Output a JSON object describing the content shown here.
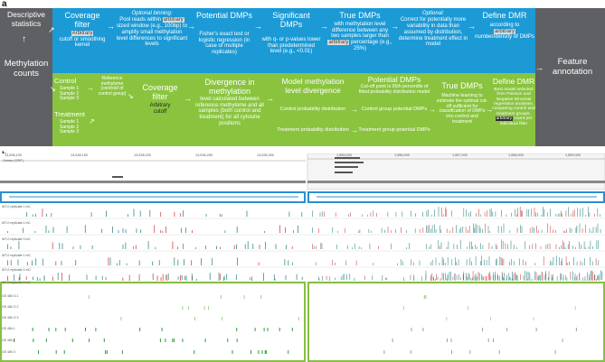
{
  "panel_a": {
    "letter": "a",
    "descriptive_statistics": "Descriptive statistics",
    "methylation_counts": "Methylation counts",
    "feature_annotation": "Feature annotation",
    "top_row": {
      "coverage_filter": {
        "title": "Coverage filter",
        "arbitrary": "Arbitrary",
        "detail": "cutoff or smoothing kernel"
      },
      "binning": {
        "title": "Optional binning:",
        "line1": "Pool reads within",
        "arbitrary": "arbitrary",
        "line2": "sized window (e.g., 100bp) to amplify small methylation level differences to significant levels"
      },
      "potential_dmps": {
        "title": "Potential DMPs",
        "detail": "Fisher's exact test or logistic regression (in case of multiple replicates)"
      },
      "significant_dmps": {
        "title": "Significant DMPs",
        "detail": "with q- or p-values lower than predetermined level (e.g., <0.01)"
      },
      "true_dmps": {
        "title": "True DMPs",
        "line1": "with methylation level difference between any two samples larger than",
        "arbitrary": "arbitrary",
        "line2": "percentage (e.g., 25%)"
      },
      "optional_correct": {
        "title": "Optional:",
        "detail": "Correct for potentially more variability in data than assumed by distribution, determine treatment effect in model"
      },
      "define_dmr": {
        "title": "Define DMR",
        "line1": "according to",
        "arbitrary": "arbitrary",
        "line2": "number/density of DMPs"
      }
    },
    "bottom_row": {
      "control": {
        "title": "Control",
        "samples": [
          "Sample 1",
          "Sample 2",
          "Sample 3"
        ]
      },
      "treatment": {
        "title": "Treatment",
        "samples": [
          "Sample 1",
          "Sample 2",
          "Sample 3"
        ]
      },
      "reference": "Reference methylome (centroid of control group)",
      "coverage_filter": {
        "title": "Coverage filter",
        "arbitrary": "Arbitrary",
        "detail": "cutoff"
      },
      "divergence": {
        "title": "Divergence in methylation",
        "detail": "level calculated between reference methylome and all samples (both control and treatment) for all cytosine positions"
      },
      "model_divergence": {
        "title": "Model methylation level divergence",
        "control_dist": "Control probability distribution",
        "treatment_dist": "Treatment probability distribution"
      },
      "potential_dmps": {
        "title": "Potential DMPs",
        "detail": "Cut-off point is 95th percentile of fitted probability distribution model",
        "control_group": "Control group potential DMPs",
        "treatment_group": "Treatment group potential DMPs"
      },
      "true_dmps": {
        "title": "True DMPs",
        "detail": "Machine learning to estimate the optimal cut-off sufficient for classification of DMPs into control and treatment"
      },
      "define_dmr": {
        "title": "Define DMR",
        "line1": "Best model selected from Poisson and Negative Binomial regression analyses, comparing control and treatment groups,",
        "arbitrary": "arbitrary",
        "line2": "count per individual filter"
      }
    }
  },
  "panel_b": {
    "letter": "b",
    "left_ruler_ticks": [
      "13,538,100",
      "13,538,150",
      "13,538,200",
      "13,538,250",
      "13,538,300"
    ],
    "right_ruler_ticks": [
      "1,555,000",
      "1,556,000",
      "1,557,000",
      "1,558,000",
      "1,559,000"
    ],
    "gene_label": "Genes (ORF)",
    "track_labels_top": [
      "WT-0 replicate 1 mC",
      "WT-0 replicate 2 mC",
      "WT-0 replicate 3 mC",
      "WT-0 replicate 1 mC",
      "WT-0 replicate 2 mC",
      "WT-0 replicate 3 mC"
    ],
    "track_labels_bottom": [
      "GE 48h G 1",
      "GE 48h G 2",
      "GE 48h G 3",
      "GE 48h 1",
      "GE 48h 2",
      "GE 48h 3"
    ],
    "colors": {
      "blue_box": "#2c8fd1",
      "green_box": "#86bf42",
      "tick_teal": "#3a8c8c",
      "tick_red": "#d14a4a",
      "tick_green": "#2e9e3a"
    }
  }
}
